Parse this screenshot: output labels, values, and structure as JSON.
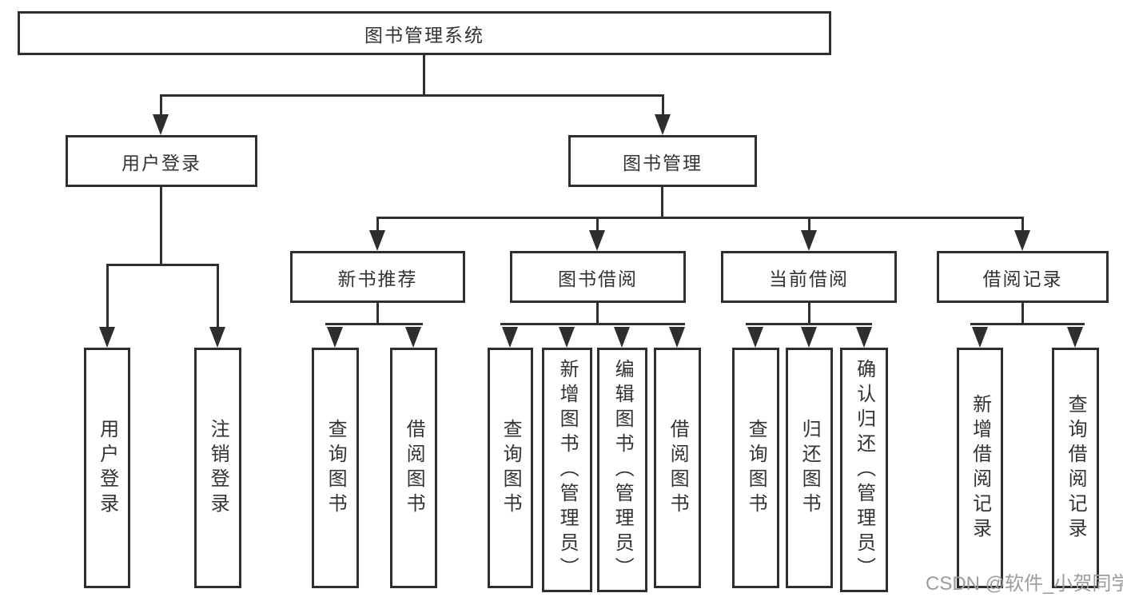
{
  "tree": {
    "label": "图书管理系统",
    "children": [
      {
        "label": "用户登录",
        "children": [
          {
            "label": "用户登录"
          },
          {
            "label": "注销登录"
          }
        ]
      },
      {
        "label": "图书管理",
        "children": [
          {
            "label": "新书推荐",
            "children": [
              {
                "label": "查询图书"
              },
              {
                "label": "借阅图书"
              }
            ]
          },
          {
            "label": "图书借阅",
            "children": [
              {
                "label": "查询图书"
              },
              {
                "label": "新增图书（管理员）"
              },
              {
                "label": "编辑图书（管理员）"
              },
              {
                "label": "借阅图书"
              }
            ]
          },
          {
            "label": "当前借阅",
            "children": [
              {
                "label": "查询图书"
              },
              {
                "label": "归还图书"
              },
              {
                "label": "确认归还（管理员）"
              }
            ]
          },
          {
            "label": "借阅记录",
            "children": [
              {
                "label": "新增借阅记录"
              },
              {
                "label": "查询借阅记录"
              }
            ]
          }
        ]
      }
    ]
  },
  "watermark": {
    "text": "CSDN @软件_小贺同学",
    "color": "#9c9c9c"
  },
  "colors": {
    "line": "#2e2e2e",
    "text": "#333333",
    "background": "#ffffff",
    "watermark": "#9c9c9c"
  }
}
